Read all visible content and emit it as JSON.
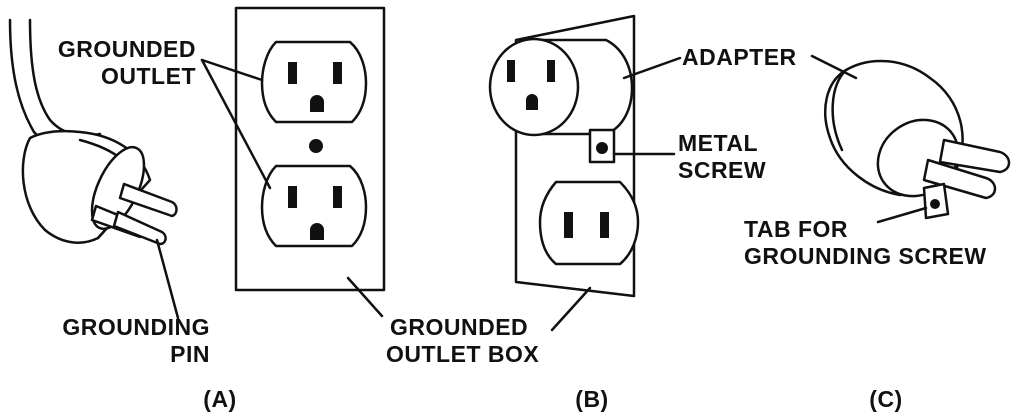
{
  "labels": {
    "grounded_outlet_line1": "GROUNDED",
    "grounded_outlet_line2": "OUTLET",
    "grounding_pin_line1": "GROUNDING",
    "grounding_pin_line2": "PIN",
    "grounded_outlet_box_line1": "GROUNDED",
    "grounded_outlet_box_line2": "OUTLET BOX",
    "adapter": "ADAPTER",
    "metal_screw_line1": "METAL",
    "metal_screw_line2": "SCREW",
    "tab_line1": "TAB FOR",
    "tab_line2": "GROUNDING SCREW"
  },
  "panels": {
    "a": "(A)",
    "b": "(B)",
    "c": "(C)"
  },
  "colors": {
    "ink": "#111111",
    "paper": "#ffffff"
  }
}
